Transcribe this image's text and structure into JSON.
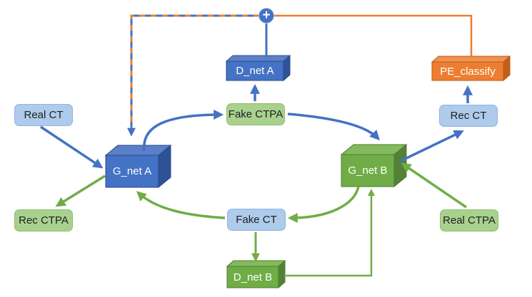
{
  "diagram": {
    "description": "CycleGAN-style CT / CTPA translation architecture with PE classifier",
    "sum_symbol": "+",
    "colors": {
      "blue": "#4472C4",
      "green": "#70AD47",
      "orange": "#ED7D31",
      "light_blue_fill": "#AECBEB",
      "light_green_fill": "#A9D18E",
      "cube_blue_front": "#4472C4",
      "cube_green_front": "#70AD47",
      "cube_orange_front": "#ED7D31"
    },
    "nodes": {
      "real_ct": {
        "label": "Real CT",
        "kind": "data",
        "style": "light-blue rounded"
      },
      "fake_ctpa": {
        "label": "Fake CTPA",
        "kind": "data",
        "style": "light-green rounded"
      },
      "rec_ct": {
        "label": "Rec CT",
        "kind": "data",
        "style": "light-blue rounded"
      },
      "rec_ctpa": {
        "label": "Rec CTPA",
        "kind": "data",
        "style": "light-green rounded"
      },
      "fake_ct": {
        "label": "Fake CT",
        "kind": "data",
        "style": "light-blue rounded"
      },
      "real_ctpa": {
        "label": "Real CTPA",
        "kind": "data",
        "style": "light-green rounded"
      },
      "g_net_a": {
        "label": "G_net A",
        "kind": "network",
        "style": "blue 3d-box"
      },
      "g_net_b": {
        "label": "G_net B",
        "kind": "network",
        "style": "green 3d-box"
      },
      "d_net_a": {
        "label": "D_net A",
        "kind": "network",
        "style": "blue 3d-box"
      },
      "d_net_b": {
        "label": "D_net B",
        "kind": "network",
        "style": "green 3d-box"
      },
      "pe_classify": {
        "label": "PE_classify",
        "kind": "classifier",
        "style": "orange 3d-box"
      },
      "sum_junction": {
        "label": "+",
        "kind": "junction",
        "style": "blue circle"
      }
    },
    "edges": [
      {
        "from": "Real CT",
        "to": "G_net A",
        "color": "blue",
        "style": "solid-arrow"
      },
      {
        "from": "G_net A",
        "to": "Fake CTPA",
        "color": "blue",
        "style": "curved-arrow"
      },
      {
        "from": "Fake CTPA",
        "to": "D_net A",
        "color": "blue",
        "style": "solid-arrow"
      },
      {
        "from": "Fake CTPA",
        "to": "G_net B",
        "color": "blue",
        "style": "curved-arrow"
      },
      {
        "from": "G_net B",
        "to": "Rec CT",
        "color": "blue",
        "style": "solid-arrow"
      },
      {
        "from": "Rec CT",
        "to": "PE_classify",
        "color": "blue",
        "style": "solid-arrow"
      },
      {
        "from": "D_net A",
        "to": "sum_junction",
        "color": "blue",
        "style": "solid-line"
      },
      {
        "from": "sum_junction",
        "to": "G_net A",
        "color": "blue-orange",
        "style": "dashed-arrow"
      },
      {
        "from": "sum_junction",
        "to": "PE_classify",
        "color": "orange",
        "style": "elbow-line"
      },
      {
        "from": "Real CTPA",
        "to": "G_net B",
        "color": "green",
        "style": "solid-arrow"
      },
      {
        "from": "G_net B",
        "to": "Fake CT",
        "color": "green",
        "style": "curved-arrow"
      },
      {
        "from": "Fake CT",
        "to": "D_net B",
        "color": "green",
        "style": "solid-arrow"
      },
      {
        "from": "Fake CT",
        "to": "G_net A",
        "color": "green",
        "style": "curved-arrow"
      },
      {
        "from": "D_net B",
        "to": "G_net B",
        "color": "green",
        "style": "elbow-arrow"
      }
    ]
  }
}
